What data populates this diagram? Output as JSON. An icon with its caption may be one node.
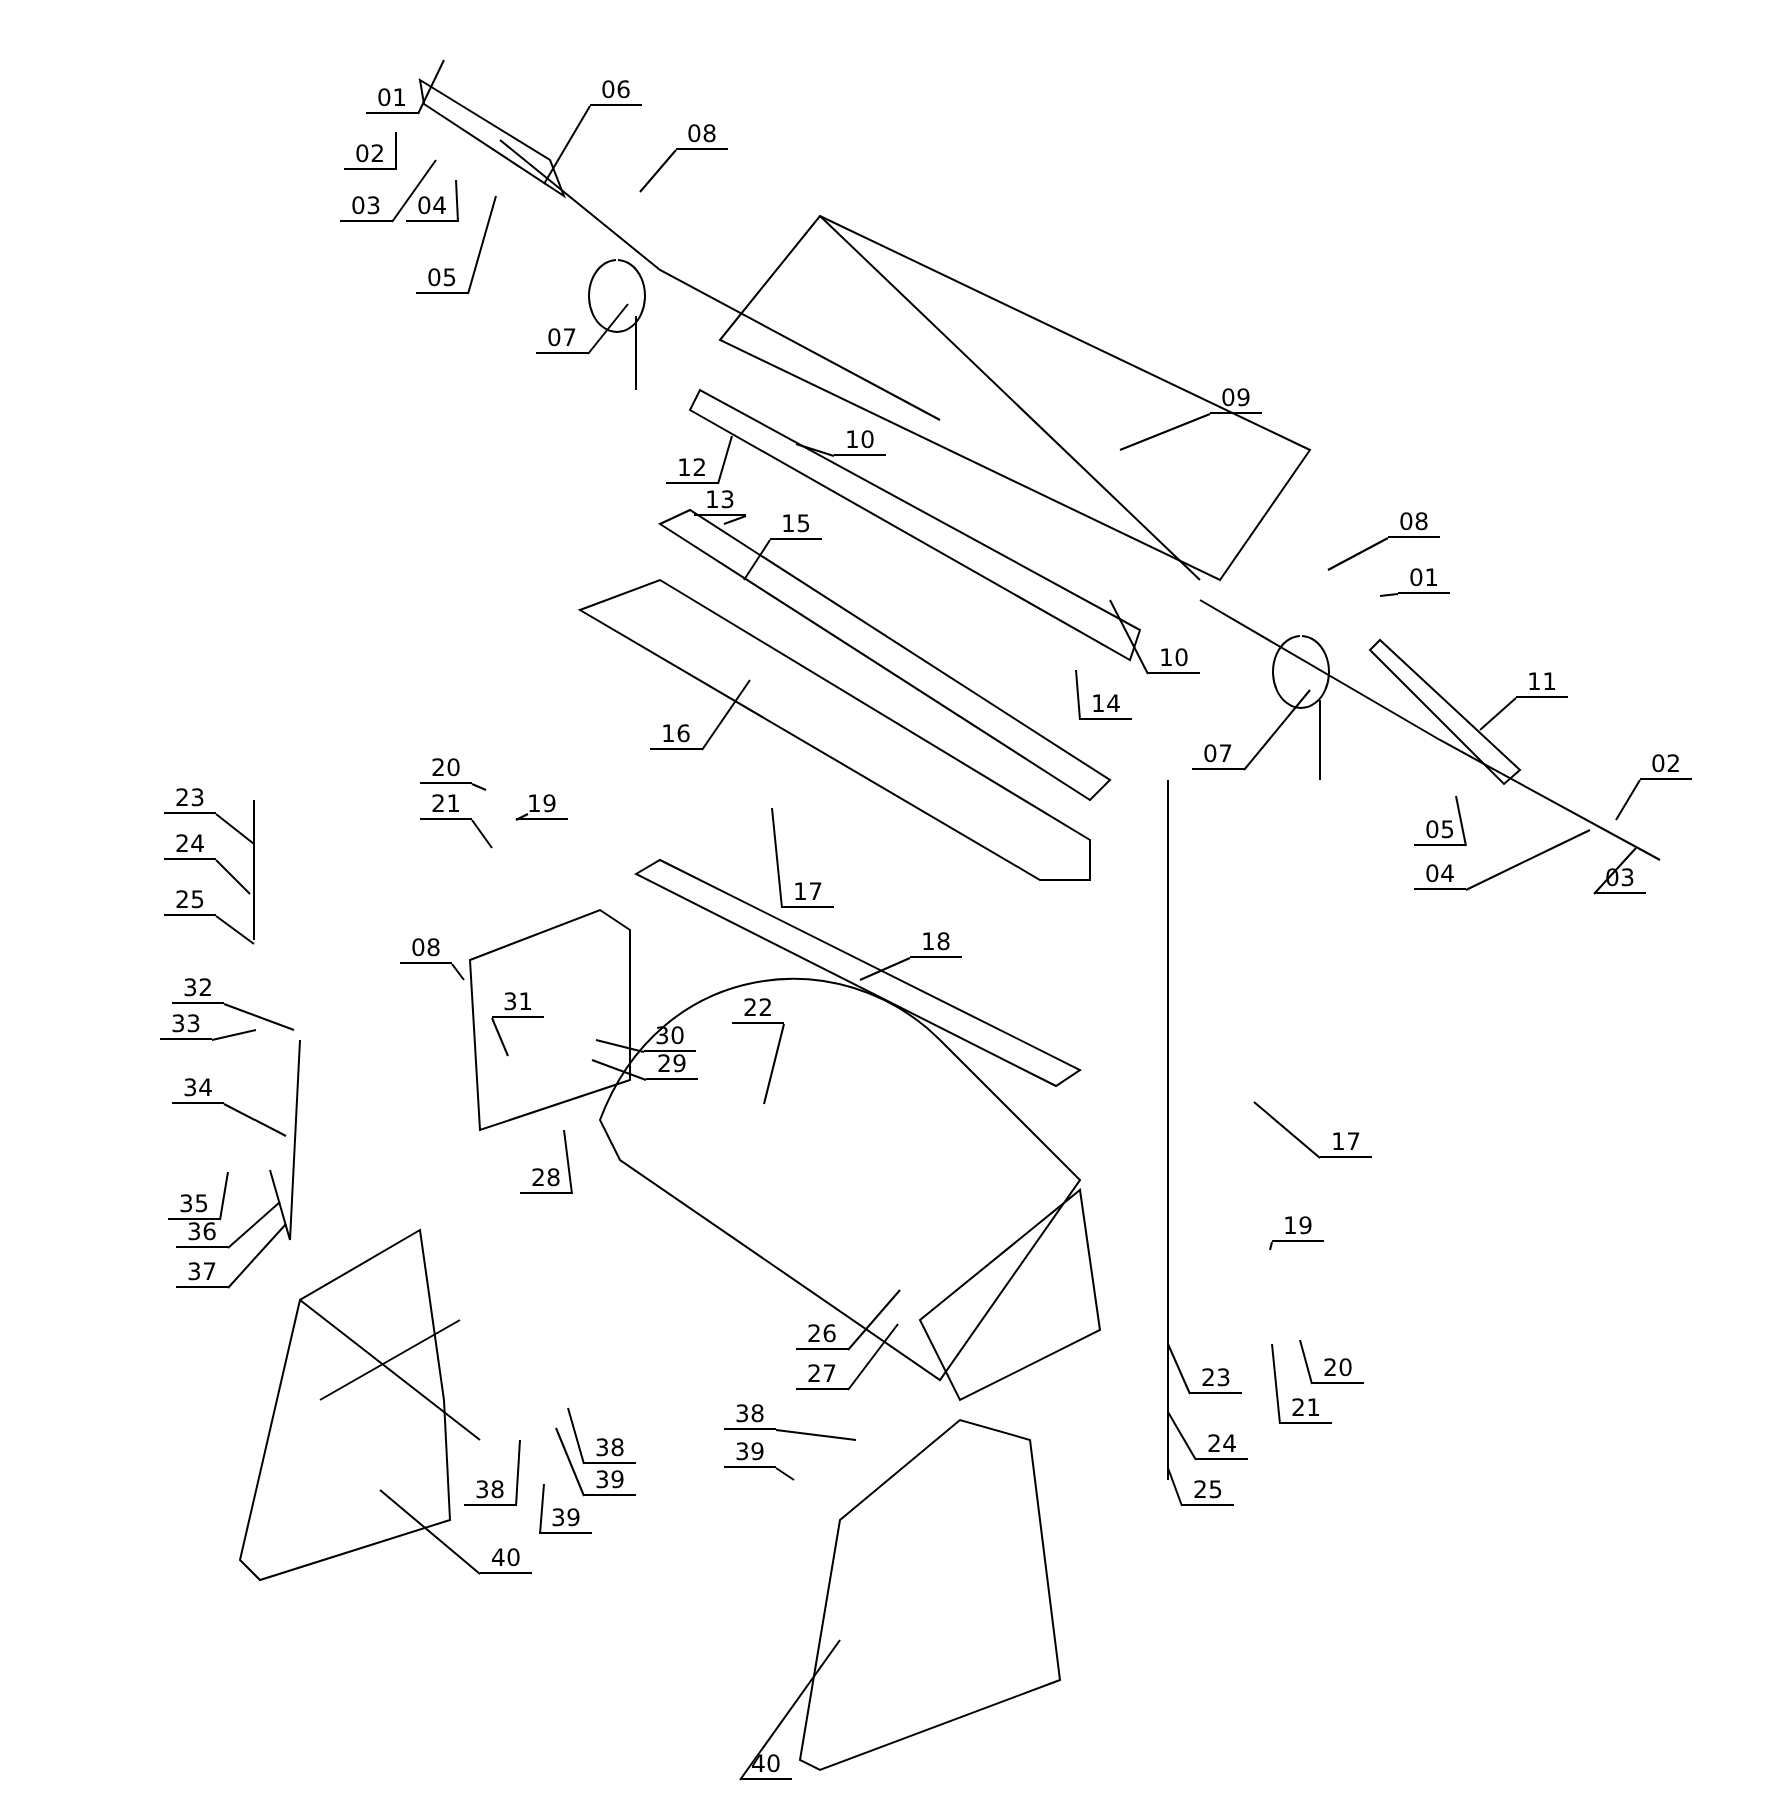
{
  "diagram": {
    "nodes": [
      {
        "text": [
          "01"
        ]
      },
      {
        "text": [
          "02"
        ]
      },
      {
        "text": [
          "03"
        ]
      },
      {
        "text": [
          "04"
        ]
      },
      {
        "text": [
          "05"
        ]
      },
      {
        "text": [
          "06"
        ]
      },
      {
        "text": [
          "07"
        ]
      },
      {
        "text": [
          "08"
        ]
      },
      {
        "text": [
          "09"
        ]
      },
      {
        "text": [
          "10"
        ]
      },
      {
        "text": [
          "12"
        ]
      },
      {
        "text": [
          "13"
        ]
      },
      {
        "text": [
          "15"
        ]
      },
      {
        "text": [
          "16"
        ]
      },
      {
        "text": [
          "14"
        ]
      },
      {
        "text": [
          "10"
        ]
      },
      {
        "text": [
          "08"
        ]
      },
      {
        "text": [
          "01"
        ]
      },
      {
        "text": [
          "11"
        ]
      },
      {
        "text": [
          "07"
        ]
      },
      {
        "text": [
          "02"
        ]
      },
      {
        "text": [
          "05"
        ]
      },
      {
        "text": [
          "04"
        ]
      },
      {
        "text": [
          "03"
        ]
      },
      {
        "text": [
          "20"
        ]
      },
      {
        "text": [
          "21"
        ]
      },
      {
        "text": [
          "19"
        ]
      },
      {
        "text": [
          "17"
        ]
      },
      {
        "text": [
          "18"
        ]
      },
      {
        "text": [
          "23"
        ]
      },
      {
        "text": [
          "24"
        ]
      },
      {
        "text": [
          "25"
        ]
      },
      {
        "text": [
          "08"
        ]
      },
      {
        "text": [
          "22"
        ]
      },
      {
        "text": [
          "31"
        ]
      },
      {
        "text": [
          "30"
        ]
      },
      {
        "text": [
          "29"
        ]
      },
      {
        "text": [
          "32"
        ]
      },
      {
        "text": [
          "33"
        ]
      },
      {
        "text": [
          "34"
        ]
      },
      {
        "text": [
          "28"
        ]
      },
      {
        "text": [
          "17"
        ]
      },
      {
        "text": [
          "35"
        ]
      },
      {
        "text": [
          "36"
        ]
      },
      {
        "text": [
          "37"
        ]
      },
      {
        "text": [
          "19"
        ]
      },
      {
        "text": [
          "20"
        ]
      },
      {
        "text": [
          "26"
        ]
      },
      {
        "text": [
          "27"
        ]
      },
      {
        "text": [
          "23"
        ]
      },
      {
        "text": [
          "21"
        ]
      },
      {
        "text": [
          "24"
        ]
      },
      {
        "text": [
          "25"
        ]
      },
      {
        "text": [
          "38"
        ]
      },
      {
        "text": [
          "39"
        ]
      },
      {
        "text": [
          "38"
        ]
      },
      {
        "text": [
          "39"
        ]
      },
      {
        "text": [
          "38"
        ]
      },
      {
        "text": [
          "39"
        ]
      },
      {
        "text": [
          "40"
        ]
      },
      {
        "text": [
          "40"
        ]
      }
    ],
    "edges": [
      {
        "from": 0,
        "to": null,
        "arrow": "none"
      },
      {
        "from": 1,
        "to": null,
        "arrow": "none"
      },
      {
        "from": 2,
        "to": null,
        "arrow": "none"
      },
      {
        "from": 3,
        "to": null,
        "arrow": "none"
      },
      {
        "from": 4,
        "to": null,
        "arrow": "none"
      },
      {
        "from": 5,
        "to": null,
        "arrow": "none"
      },
      {
        "from": 6,
        "to": null,
        "arrow": "none"
      },
      {
        "from": 7,
        "to": null,
        "arrow": "none"
      },
      {
        "from": 8,
        "to": null,
        "arrow": "none"
      },
      {
        "from": 9,
        "to": null,
        "arrow": "none"
      },
      {
        "from": 10,
        "to": null,
        "arrow": "none"
      },
      {
        "from": 11,
        "to": null,
        "arrow": "none"
      },
      {
        "from": 12,
        "to": null,
        "arrow": "none"
      },
      {
        "from": 13,
        "to": null,
        "arrow": "none"
      },
      {
        "from": 14,
        "to": null,
        "arrow": "none"
      },
      {
        "from": 15,
        "to": null,
        "arrow": "none"
      },
      {
        "from": 16,
        "to": null,
        "arrow": "none"
      },
      {
        "from": 17,
        "to": null,
        "arrow": "none"
      },
      {
        "from": 18,
        "to": null,
        "arrow": "none"
      },
      {
        "from": 19,
        "to": null,
        "arrow": "none"
      },
      {
        "from": 20,
        "to": null,
        "arrow": "none"
      },
      {
        "from": 21,
        "to": null,
        "arrow": "none"
      },
      {
        "from": 22,
        "to": null,
        "arrow": "none"
      },
      {
        "from": 23,
        "to": null,
        "arrow": "none"
      },
      {
        "from": 24,
        "to": null,
        "arrow": "none"
      },
      {
        "from": 25,
        "to": null,
        "arrow": "none"
      },
      {
        "from": 26,
        "to": null,
        "arrow": "none"
      },
      {
        "from": 27,
        "to": null,
        "arrow": "none"
      },
      {
        "from": 28,
        "to": null,
        "arrow": "none"
      },
      {
        "from": 29,
        "to": null,
        "arrow": "none"
      },
      {
        "from": 30,
        "to": null,
        "arrow": "none"
      },
      {
        "from": 31,
        "to": null,
        "arrow": "none"
      },
      {
        "from": 32,
        "to": null,
        "arrow": "none"
      },
      {
        "from": 33,
        "to": null,
        "arrow": "none"
      },
      {
        "from": 34,
        "to": null,
        "arrow": "none"
      },
      {
        "from": 35,
        "to": null,
        "arrow": "none"
      },
      {
        "from": 36,
        "to": null,
        "arrow": "none"
      },
      {
        "from": 37,
        "to": null,
        "arrow": "none"
      },
      {
        "from": 38,
        "to": null,
        "arrow": "none"
      },
      {
        "from": 39,
        "to": null,
        "arrow": "none"
      },
      {
        "from": 40,
        "to": null,
        "arrow": "none"
      },
      {
        "from": 41,
        "to": null,
        "arrow": "none"
      },
      {
        "from": 42,
        "to": null,
        "arrow": "none"
      },
      {
        "from": 43,
        "to": null,
        "arrow": "none"
      },
      {
        "from": 44,
        "to": null,
        "arrow": "none"
      },
      {
        "from": 45,
        "to": null,
        "arrow": "none"
      },
      {
        "from": 46,
        "to": null,
        "arrow": "none"
      },
      {
        "from": 47,
        "to": null,
        "arrow": "none"
      },
      {
        "from": 48,
        "to": null,
        "arrow": "none"
      },
      {
        "from": 49,
        "to": null,
        "arrow": "none"
      },
      {
        "from": 50,
        "to": null,
        "arrow": "none"
      },
      {
        "from": 51,
        "to": null,
        "arrow": "none"
      },
      {
        "from": 52,
        "to": null,
        "arrow": "none"
      },
      {
        "from": 53,
        "to": null,
        "arrow": "none"
      },
      {
        "from": 54,
        "to": null,
        "arrow": "none"
      },
      {
        "from": 55,
        "to": null,
        "arrow": "none"
      },
      {
        "from": 56,
        "to": null,
        "arrow": "none"
      },
      {
        "from": 57,
        "to": null,
        "arrow": "none"
      },
      {
        "from": 58,
        "to": null,
        "arrow": "none"
      },
      {
        "from": 59,
        "to": null,
        "arrow": "none"
      },
      {
        "from": 60,
        "to": null,
        "arrow": "none"
      }
    ]
  }
}
